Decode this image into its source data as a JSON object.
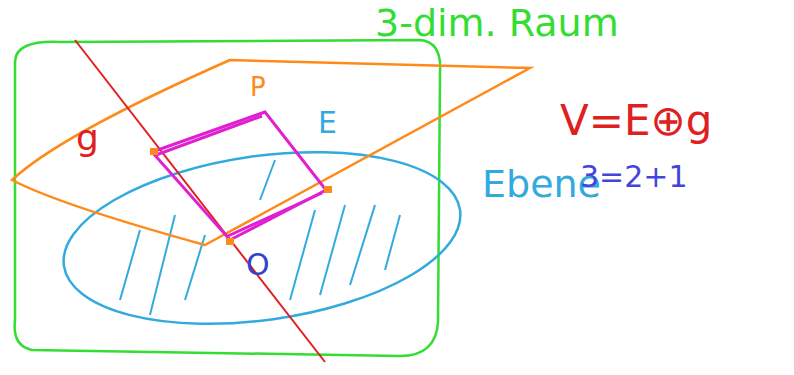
{
  "diagram": {
    "labels": [
      "3-dim. Raum",
      "V=E⊕g",
      "P",
      "E",
      "g",
      "Ebene",
      "3=2+1",
      "O"
    ]
  }
}
